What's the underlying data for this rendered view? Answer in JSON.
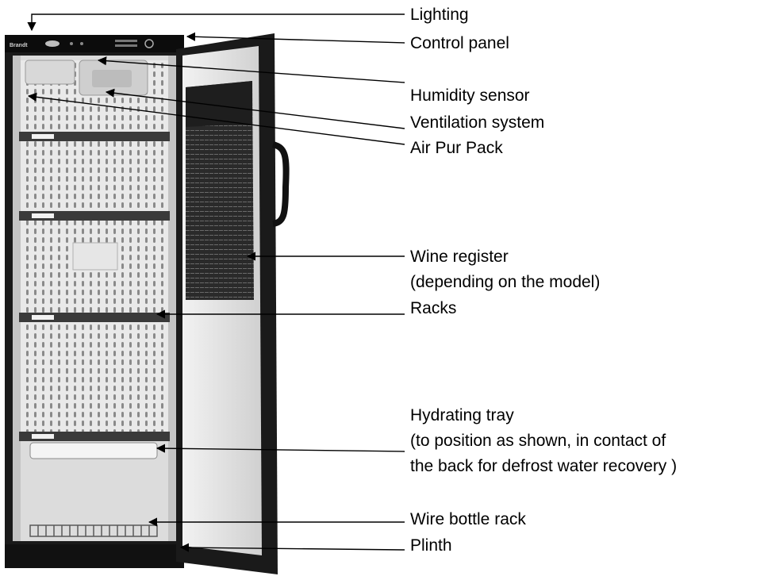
{
  "brand": "Brandt",
  "labels": {
    "lighting": "Lighting",
    "control_panel": "Control panel",
    "humidity_sensor": "Humidity sensor",
    "ventilation_system": "Ventilation system",
    "air_pur_pack": "Air Pur Pack",
    "wine_register_1": "Wine register",
    "wine_register_2": "(depending on the model)",
    "racks": "Racks",
    "hydrating_tray_1": "Hydrating tray",
    "hydrating_tray_2": "(to position as shown, in contact of",
    "hydrating_tray_3": "the back for defrost water recovery )",
    "wire_bottle_rack": "Wire bottle rack",
    "plinth": "Plinth"
  }
}
